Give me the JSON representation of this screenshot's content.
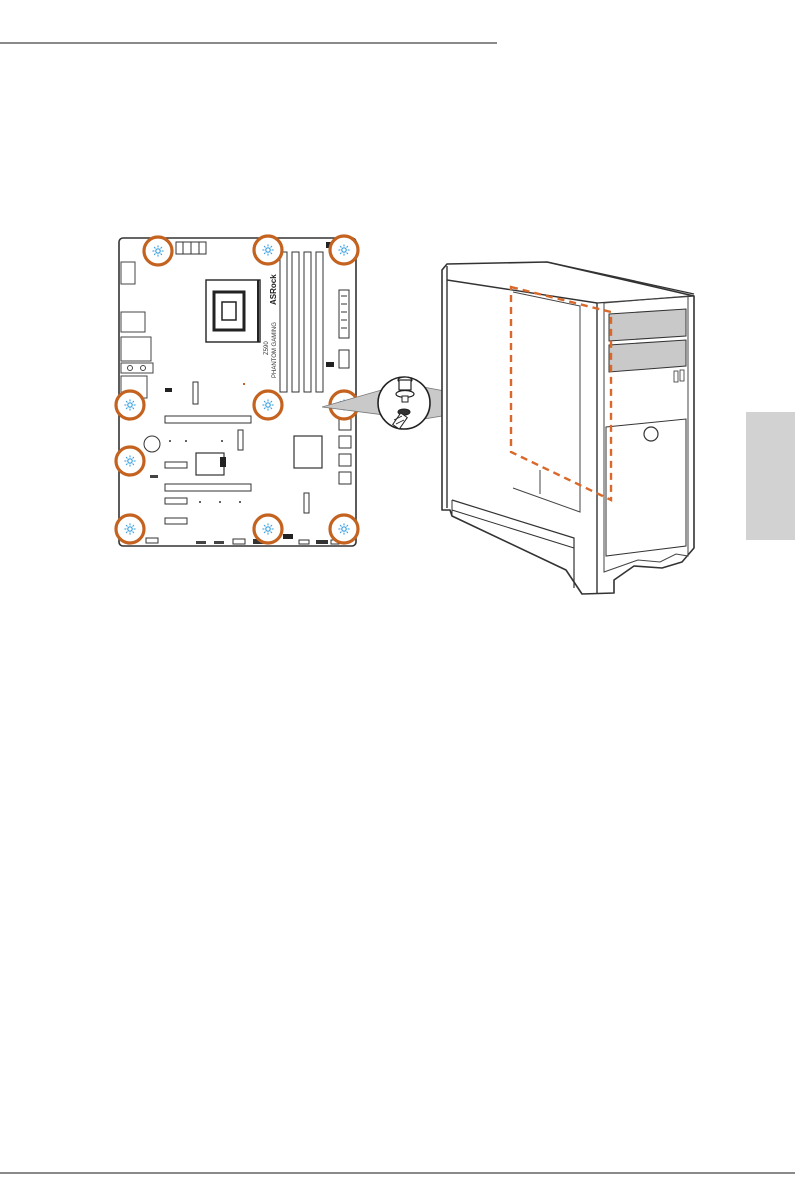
{
  "motherboard": {
    "brand": "ASRock",
    "model": "PHANTOM GAMING",
    "chipset": "Z590"
  },
  "colors": {
    "standoff_ring": "#c4621f",
    "standoff_icon": "#3aa0e0",
    "dashed_outline": "#d9692a",
    "callout_fill": "#c9c9c9",
    "side_tab": "#d2d2d2"
  },
  "standoffs": [
    {
      "id": "top-left"
    },
    {
      "id": "top-middle"
    },
    {
      "id": "top-right"
    },
    {
      "id": "middle-left"
    },
    {
      "id": "middle-center"
    },
    {
      "id": "middle-right"
    },
    {
      "id": "lower-left"
    },
    {
      "id": "bottom-left"
    },
    {
      "id": "bottom-middle"
    },
    {
      "id": "bottom-right"
    }
  ]
}
